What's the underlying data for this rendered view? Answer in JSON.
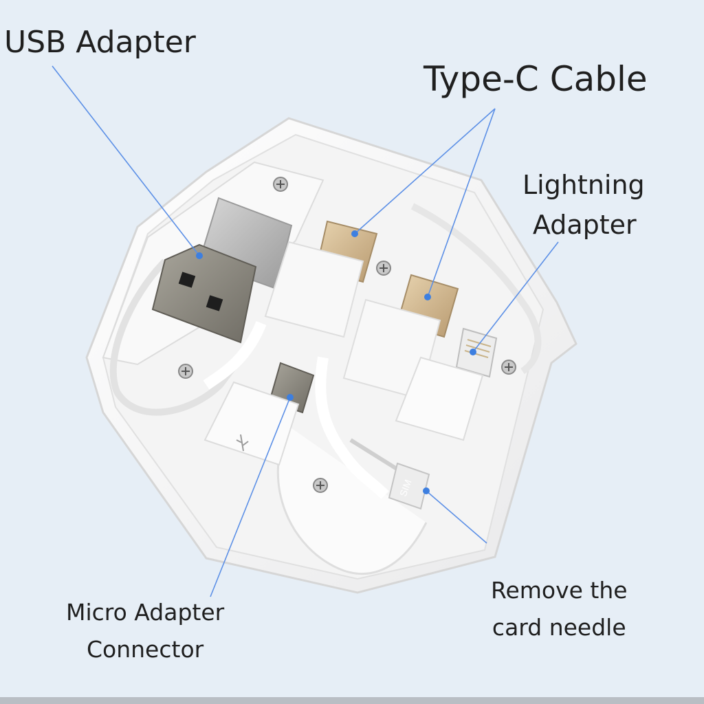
{
  "callouts": {
    "usb_adapter": "USB Adapter",
    "type_c_cable": "Type-C Cable",
    "lightning_adapter": [
      "Lightning",
      "Adapter"
    ],
    "micro_adapter_connector": [
      "Micro Adapter",
      "Connector"
    ],
    "card_needle": [
      "Remove the",
      "card needle"
    ]
  },
  "product_markings": {
    "sim_tool": "SIM"
  },
  "colors": {
    "background": "#e6eef6",
    "leader_line": "#5b8fe6",
    "case_white": "#f7f7f7",
    "connector_silver": "#b8b8b8"
  }
}
